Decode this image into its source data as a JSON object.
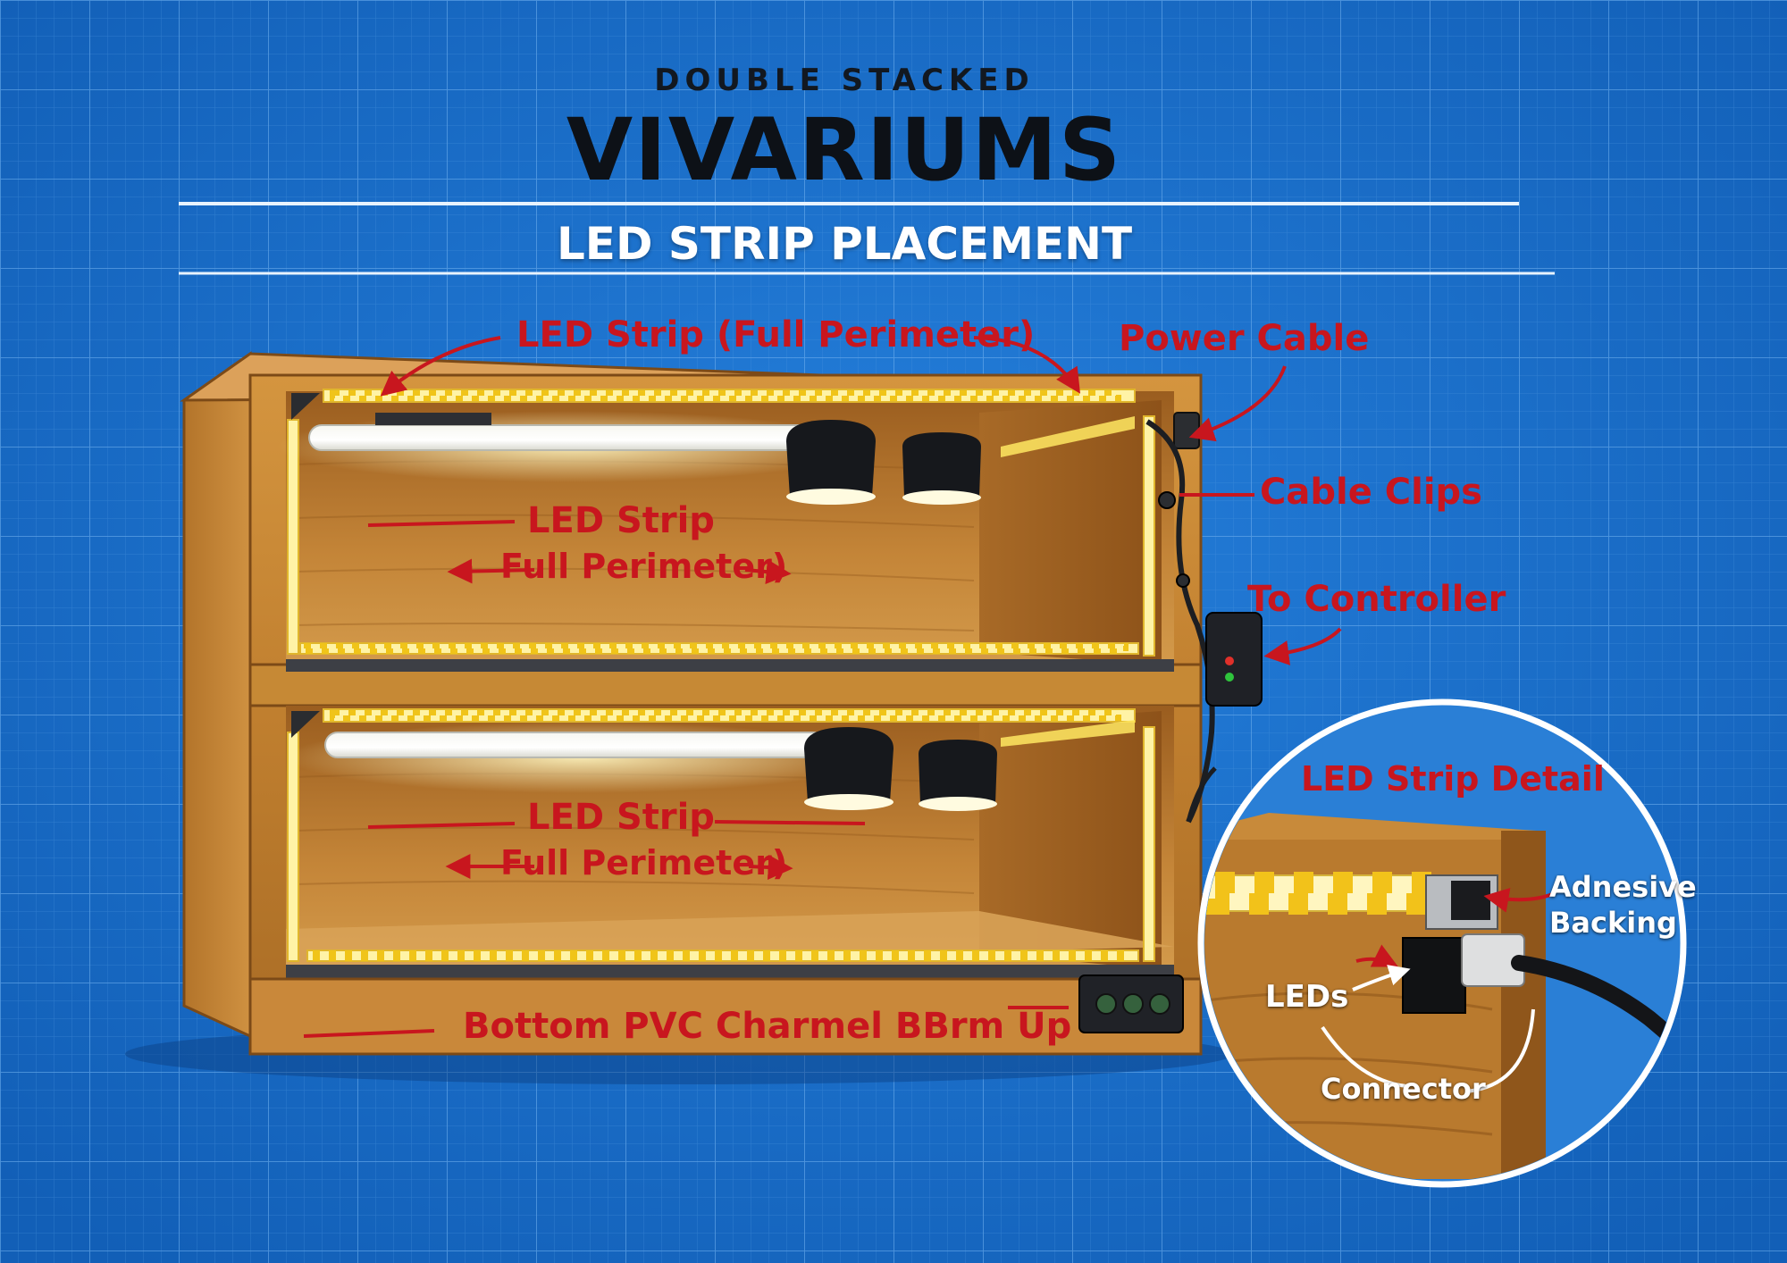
{
  "header": {
    "kicker": "DOUBLE STACKED",
    "title": "VIVARIUMS",
    "subtitle": "LED STRIP PLACEMENT"
  },
  "labels": {
    "led_strip_top": "LED Strip (Full Perimeter)",
    "power_cable": "Power Cable",
    "cable_clips": "Cable Clips",
    "to_controller": "To Controller",
    "upper_led_line1": "LED Strip",
    "upper_led_line2": "Full Perimeter)",
    "lower_led_line1": "LED Strip",
    "lower_led_line2": "Full Perimeter)",
    "bottom_channel": "Bottom PVC Charmel BBrm Up"
  },
  "detail": {
    "title": "LED Strip Detail",
    "adhesive_line1": "Adnesive",
    "adhesive_line2": "Backing",
    "leds": "LEDs",
    "connector": "Connector"
  },
  "colors": {
    "background": "#1a72cf",
    "annotation": "#c8161e",
    "wood": "#c98a3a",
    "led": "#ffe761"
  }
}
